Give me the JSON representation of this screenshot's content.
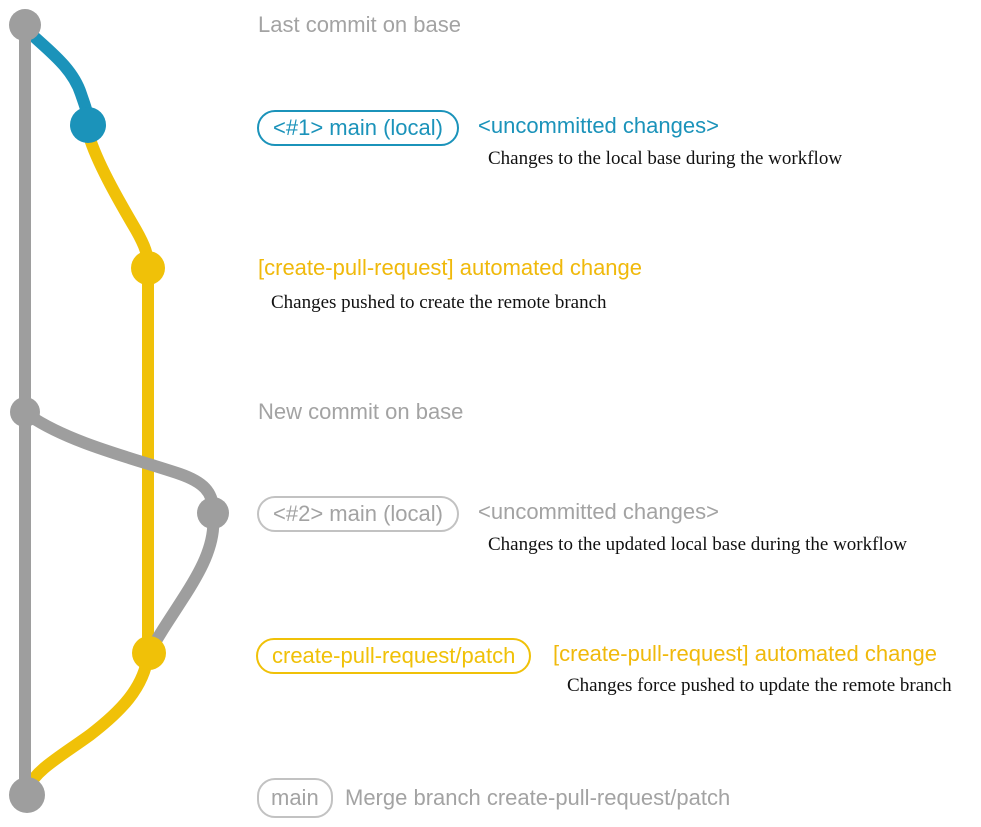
{
  "colors": {
    "blue": "#1b93ba",
    "yellow": "#f0c108",
    "yellow_text": "#f0b90b",
    "gray": "#9e9e9e",
    "gray_text": "#a3a3a3",
    "gray_border": "#c2c2c2",
    "caption_text": "#111111"
  },
  "graph": {
    "nodes": [
      "last-commit-on-base",
      "local-main-1-uncommitted",
      "create-pull-request-automated-commit",
      "new-commit-on-base",
      "local-main-2-uncommitted",
      "create-pull-request-patch-force-push",
      "merge-commit-on-main"
    ]
  },
  "annotations": {
    "row1": {
      "heading": "Last commit on base"
    },
    "row2": {
      "badge": "<#1> main (local)",
      "heading": "<uncommitted changes>",
      "caption": "Changes to the local base during the workflow"
    },
    "row3": {
      "heading": "[create-pull-request] automated change",
      "caption": "Changes pushed to create the remote branch"
    },
    "row4": {
      "heading": "New commit on base"
    },
    "row5": {
      "badge": "<#2> main (local)",
      "heading": "<uncommitted changes>",
      "caption": "Changes to the updated local base during the workflow"
    },
    "row6": {
      "badge": "create-pull-request/patch",
      "heading": "[create-pull-request] automated change",
      "caption": "Changes force pushed to update the remote branch"
    },
    "row7": {
      "badge": "main",
      "heading": "Merge branch create-pull-request/patch"
    }
  }
}
